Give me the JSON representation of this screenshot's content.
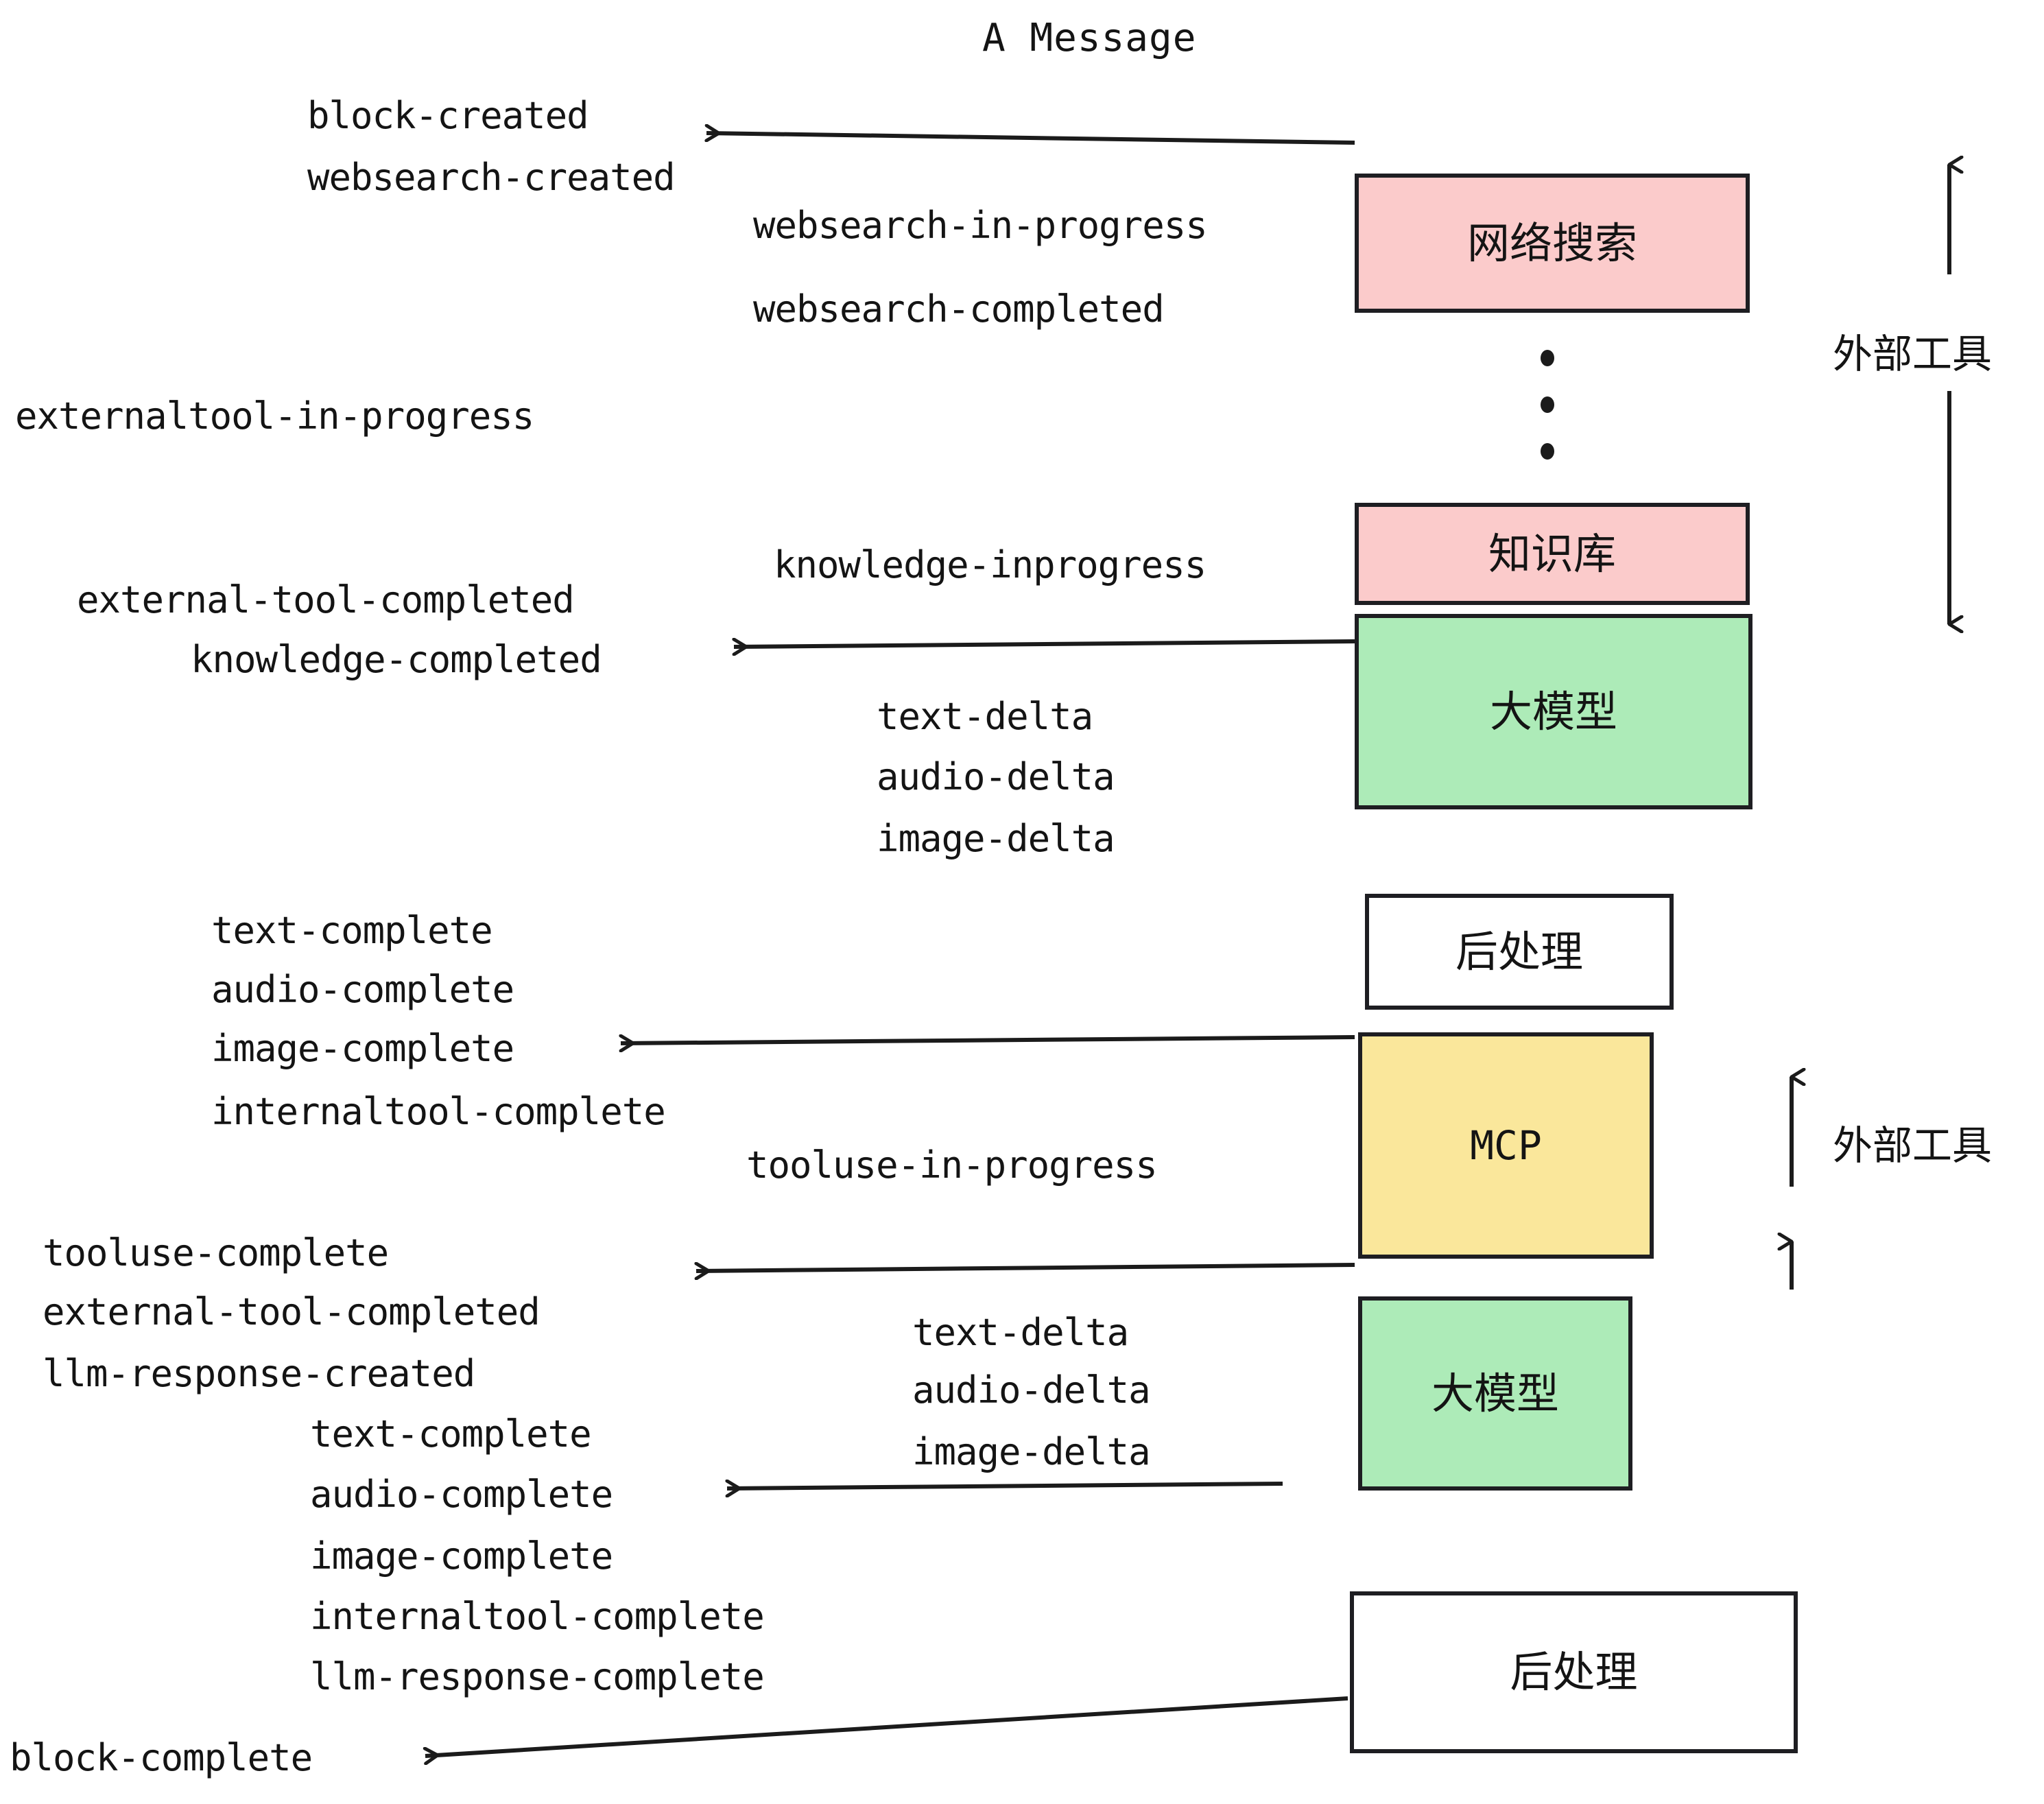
{
  "diagram": {
    "title": "A Message",
    "colors": {
      "pink": "#FBCBCB",
      "green": "#ADEBB8",
      "yellow": "#FAE79B",
      "white": "#FFFFFF",
      "stroke": "#1E1E22",
      "text": "#141414"
    },
    "nodes": [
      {
        "label": "网络搜索",
        "fill": "#FBCBCB"
      },
      {
        "label": "知识库",
        "fill": "#FBCBCB"
      },
      {
        "label": "大模型",
        "fill": "#ADEBB8"
      },
      {
        "label": "后处理",
        "fill": "#FFFFFF"
      },
      {
        "label": "MCP",
        "fill": "#FAE79B"
      },
      {
        "label": "大模型",
        "fill": "#ADEBB8"
      },
      {
        "label": "后处理",
        "fill": "#FFFFFF"
      }
    ],
    "side_labels": [
      {
        "text": "外部工具"
      },
      {
        "text": "外部工具"
      }
    ],
    "events": [
      {
        "text": "block-created"
      },
      {
        "text": "websearch-created"
      },
      {
        "text": "websearch-in-progress"
      },
      {
        "text": "websearch-completed"
      },
      {
        "text": "externaltool-in-progress"
      },
      {
        "text": "knowledge-inprogress"
      },
      {
        "text": "external-tool-completed"
      },
      {
        "text": "knowledge-completed"
      },
      {
        "text": "text-delta"
      },
      {
        "text": "audio-delta"
      },
      {
        "text": "image-delta"
      },
      {
        "text": "text-complete"
      },
      {
        "text": "audio-complete"
      },
      {
        "text": "image-complete"
      },
      {
        "text": "internaltool-complete"
      },
      {
        "text": "tooluse-in-progress"
      },
      {
        "text": "tooluse-complete"
      },
      {
        "text": "external-tool-completed"
      },
      {
        "text": "llm-response-created"
      },
      {
        "text": "text-delta"
      },
      {
        "text": "audio-delta"
      },
      {
        "text": "image-delta"
      },
      {
        "text": "text-complete"
      },
      {
        "text": "audio-complete"
      },
      {
        "text": "image-complete"
      },
      {
        "text": "internaltool-complete"
      },
      {
        "text": "llm-response-complete"
      },
      {
        "text": "block-complete"
      }
    ]
  }
}
